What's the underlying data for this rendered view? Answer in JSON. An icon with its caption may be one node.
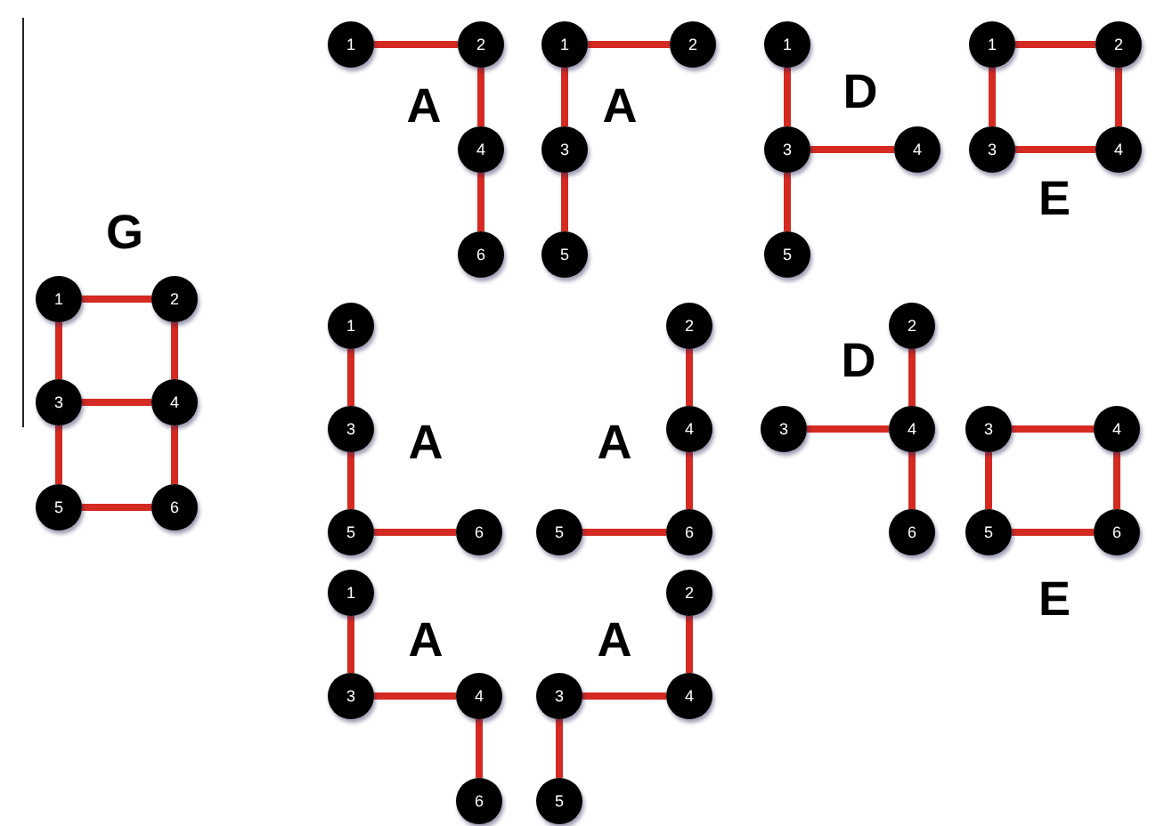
{
  "diagram": {
    "nodes": [
      {
        "text": [
          "1"
        ]
      },
      {
        "text": [
          "2"
        ]
      },
      {
        "text": [
          "3"
        ]
      },
      {
        "text": [
          "4"
        ]
      },
      {
        "text": [
          "5"
        ]
      },
      {
        "text": [
          "6"
        ]
      },
      {
        "text": [
          "1"
        ]
      },
      {
        "text": [
          "2"
        ]
      },
      {
        "text": [
          "4"
        ]
      },
      {
        "text": [
          "6"
        ]
      },
      {
        "text": [
          "1"
        ]
      },
      {
        "text": [
          "2"
        ]
      },
      {
        "text": [
          "3"
        ]
      },
      {
        "text": [
          "5"
        ]
      },
      {
        "text": [
          "1"
        ]
      },
      {
        "text": [
          "3"
        ]
      },
      {
        "text": [
          "4"
        ]
      },
      {
        "text": [
          "5"
        ]
      },
      {
        "text": [
          "1"
        ]
      },
      {
        "text": [
          "2"
        ]
      },
      {
        "text": [
          "3"
        ]
      },
      {
        "text": [
          "4"
        ]
      },
      {
        "text": [
          "1"
        ]
      },
      {
        "text": [
          "3"
        ]
      },
      {
        "text": [
          "5"
        ]
      },
      {
        "text": [
          "6"
        ]
      },
      {
        "text": [
          "2"
        ]
      },
      {
        "text": [
          "4"
        ]
      },
      {
        "text": [
          "5"
        ]
      },
      {
        "text": [
          "6"
        ]
      },
      {
        "text": [
          "2"
        ]
      },
      {
        "text": [
          "3"
        ]
      },
      {
        "text": [
          "4"
        ]
      },
      {
        "text": [
          "6"
        ]
      },
      {
        "text": [
          "3"
        ]
      },
      {
        "text": [
          "4"
        ]
      },
      {
        "text": [
          "5"
        ]
      },
      {
        "text": [
          "6"
        ]
      },
      {
        "text": [
          "1"
        ]
      },
      {
        "text": [
          "3"
        ]
      },
      {
        "text": [
          "4"
        ]
      },
      {
        "text": [
          "6"
        ]
      },
      {
        "text": [
          "2"
        ]
      },
      {
        "text": [
          "3"
        ]
      },
      {
        "text": [
          "4"
        ]
      },
      {
        "text": [
          "5"
        ]
      }
    ],
    "edges": [
      {
        "from": 0,
        "to": 1,
        "arrow": "none"
      },
      {
        "from": 0,
        "to": 2,
        "arrow": "none"
      },
      {
        "from": 1,
        "to": 3,
        "arrow": "none"
      },
      {
        "from": 2,
        "to": 3,
        "arrow": "none"
      },
      {
        "from": 2,
        "to": 4,
        "arrow": "none"
      },
      {
        "from": 3,
        "to": 5,
        "arrow": "none"
      },
      {
        "from": 4,
        "to": 5,
        "arrow": "none"
      },
      {
        "from": 6,
        "to": 7,
        "arrow": "none"
      },
      {
        "from": 7,
        "to": 8,
        "arrow": "none"
      },
      {
        "from": 8,
        "to": 9,
        "arrow": "none"
      },
      {
        "from": 10,
        "to": 11,
        "arrow": "none"
      },
      {
        "from": 10,
        "to": 12,
        "arrow": "none"
      },
      {
        "from": 12,
        "to": 13,
        "arrow": "none"
      },
      {
        "from": 14,
        "to": 15,
        "arrow": "none"
      },
      {
        "from": 15,
        "to": 16,
        "arrow": "none"
      },
      {
        "from": 15,
        "to": 17,
        "arrow": "none"
      },
      {
        "from": 18,
        "to": 19,
        "arrow": "none"
      },
      {
        "from": 18,
        "to": 20,
        "arrow": "none"
      },
      {
        "from": 19,
        "to": 21,
        "arrow": "none"
      },
      {
        "from": 20,
        "to": 21,
        "arrow": "none"
      },
      {
        "from": 22,
        "to": 23,
        "arrow": "none"
      },
      {
        "from": 23,
        "to": 24,
        "arrow": "none"
      },
      {
        "from": 24,
        "to": 25,
        "arrow": "none"
      },
      {
        "from": 26,
        "to": 27,
        "arrow": "none"
      },
      {
        "from": 27,
        "to": 29,
        "arrow": "none"
      },
      {
        "from": 28,
        "to": 29,
        "arrow": "none"
      },
      {
        "from": 30,
        "to": 32,
        "arrow": "none"
      },
      {
        "from": 31,
        "to": 32,
        "arrow": "none"
      },
      {
        "from": 32,
        "to": 33,
        "arrow": "none"
      },
      {
        "from": 34,
        "to": 35,
        "arrow": "none"
      },
      {
        "from": 34,
        "to": 36,
        "arrow": "none"
      },
      {
        "from": 35,
        "to": 37,
        "arrow": "none"
      },
      {
        "from": 36,
        "to": 37,
        "arrow": "none"
      },
      {
        "from": 38,
        "to": 39,
        "arrow": "none"
      },
      {
        "from": 39,
        "to": 40,
        "arrow": "none"
      },
      {
        "from": 40,
        "to": 41,
        "arrow": "none"
      },
      {
        "from": 42,
        "to": 44,
        "arrow": "none"
      },
      {
        "from": 43,
        "to": 44,
        "arrow": "none"
      },
      {
        "from": 43,
        "to": 45,
        "arrow": "none"
      }
    ],
    "labels": [
      "A",
      "A",
      "D",
      "E",
      "G",
      "A",
      "A",
      "D",
      "E",
      "A",
      "A"
    ]
  }
}
